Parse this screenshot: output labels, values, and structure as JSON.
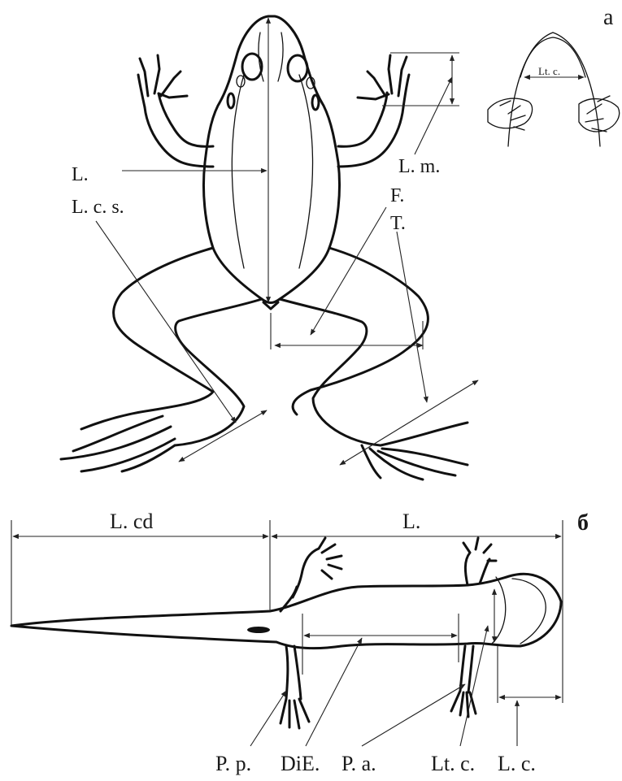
{
  "panel_a": {
    "letter": "a",
    "labels": {
      "L": "L.",
      "Lcs": "L. c. s.",
      "Lm": "L. m.",
      "F": "F.",
      "T": "T.",
      "Ltc": "Lt. c."
    }
  },
  "panel_b": {
    "letter": "б",
    "labels": {
      "Lcd": "L. cd",
      "L": "L.",
      "Pp": "P. p.",
      "DiE": "DiE.",
      "Pa": "P. a.",
      "Ltc": "Lt. c.",
      "Lc": "L. c."
    }
  }
}
